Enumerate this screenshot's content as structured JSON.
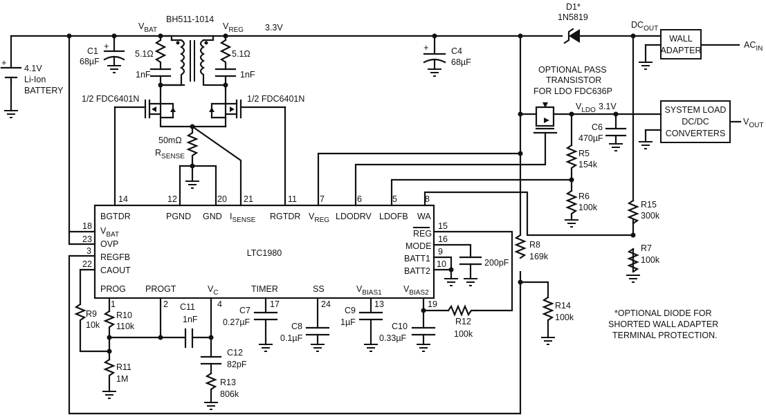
{
  "labels": {
    "transformer": "BH511-1014",
    "vbat_top": "BAT",
    "vreg_top": "REG",
    "v_33": "3.3V",
    "d1_name": "D1*",
    "d1_part": "1N5819",
    "dcout": "OUT",
    "wall_adapter_1": "WALL",
    "wall_adapter_2": "ADAPTER",
    "ac_in": "IN",
    "battery_1": "4.1V",
    "battery_2": "Li-Ion",
    "battery_3": "BATTERY",
    "c1_name": "C1",
    "c1_val": "68µF",
    "c4_name": "C4",
    "c4_val": "68µF",
    "r51a": "5.1Ω",
    "r51b": "5.1Ω",
    "cap1nf_a": "1nF",
    "cap1nf_b": "1nF",
    "fet_left": "1/2 FDC6401N",
    "fet_right": "1/2 FDC6401N",
    "pass_1": "OPTIONAL PASS",
    "pass_2": "TRANSISTOR",
    "pass_3": "FOR LDO FDC636P",
    "vldo": "LDO",
    "v_31": "3.1V",
    "c6_name": "C6",
    "c6_val": "470µF",
    "sysload_1": "SYSTEM LOAD",
    "sysload_2": "DC/DC",
    "sysload_3": "CONVERTERS",
    "vout": "OUT",
    "rsense_val": "50mΩ",
    "rsense_name": "SENSE",
    "r5_name": "R5",
    "r5_val": "154k",
    "r6_name": "R6",
    "r6_val": "100k",
    "r15_name": "R15",
    "r15_val": "300k",
    "r7_name": "R7",
    "r7_val": "100k",
    "r8_name": "R8",
    "r8_val": "169k",
    "r14_name": "R14",
    "r14_val": "100k",
    "r9_name": "R9",
    "r9_val": "10k",
    "r10_name": "R10",
    "r10_val": "110k",
    "r11_name": "R11",
    "r11_val": "1M",
    "r12_name": "R12",
    "r12_val": "100k",
    "r13_name": "R13",
    "r13_val": "806k",
    "c11_name": "C11",
    "c11_val": "1nF",
    "c12_name": "C12",
    "c12_val": "82pF",
    "c7_name": "C7",
    "c7_val": "0.27µF",
    "c8_name": "C8",
    "c8_val": "0.1µF",
    "c9_name": "C9",
    "c9_val": "1µF",
    "c10_name": "C10",
    "c10_val": "0.33µF",
    "cap200": "200pF",
    "chip": "LTC1980",
    "note_1": "*OPTIONAL DIODE FOR",
    "note_2": "SHORTED WALL ADAPTER",
    "note_3": "TERMINAL PROTECTION."
  },
  "pins": {
    "bgtdr": "BGTDR",
    "pgnd": "PGND",
    "gnd": "GND",
    "isense": "SENSE",
    "rgtdr": "RGTDR",
    "vreg": "REG",
    "ldodrv": "LDODRV",
    "ldofb": "LDOFB",
    "wa": "WA",
    "vbat": "BAT",
    "ovp": "OVP",
    "regfb": "REGFB",
    "caout": "CAOUT",
    "prog": "PROG",
    "progt": "PROGT",
    "vc": "C",
    "timer": "TIMER",
    "ss": "SS",
    "vbias1": "BIAS1",
    "vbias2": "BIAS2",
    "reg": "REG",
    "mode": "MODE",
    "batt1": "BATT1",
    "batt2": "BATT2"
  },
  "pin_numbers": {
    "n14": "14",
    "n12": "12",
    "n20": "20",
    "n21": "21",
    "n11": "11",
    "n7": "7",
    "n6": "6",
    "n5": "5",
    "n8": "8",
    "n18": "18",
    "n23": "23",
    "n3": "3",
    "n22": "22",
    "n1": "1",
    "n2": "2",
    "n4": "4",
    "n17": "17",
    "n24": "24",
    "n13": "13",
    "n19": "19",
    "n15": "15",
    "n16": "16",
    "n9": "9",
    "n10": "10"
  }
}
